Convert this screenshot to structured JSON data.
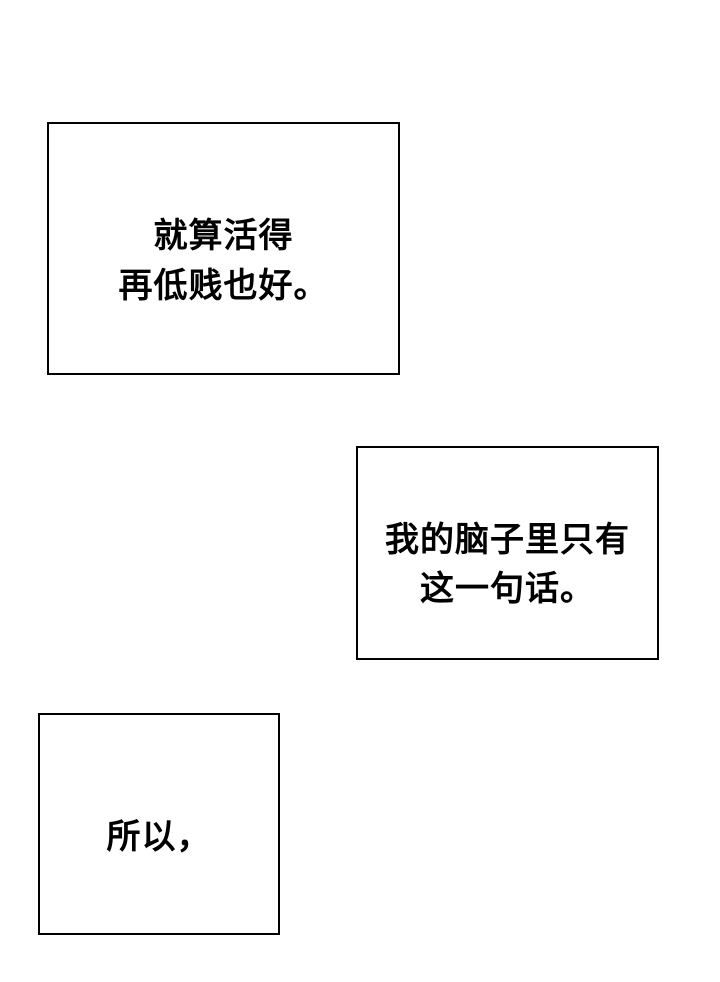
{
  "page": {
    "type": "comic-page",
    "background_color": "#ffffff",
    "panel_border_color": "#000000",
    "text_color": "#000000"
  },
  "panels": [
    {
      "name": "narration-box-1",
      "lines": [
        "就算活得",
        "再低贱也好。"
      ]
    },
    {
      "name": "narration-box-2",
      "lines": [
        "我的脑子里只有",
        "这一句话。"
      ]
    },
    {
      "name": "narration-box-3",
      "lines": [
        "所以，"
      ]
    }
  ]
}
